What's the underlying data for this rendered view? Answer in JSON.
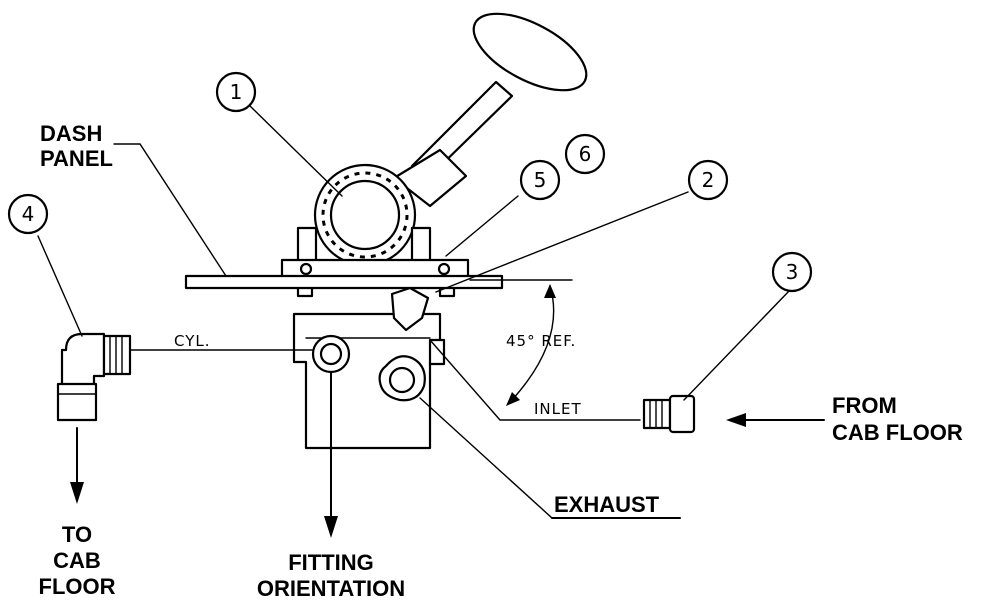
{
  "callouts": {
    "c1": "1",
    "c2": "2",
    "c3": "3",
    "c4": "4",
    "c5": "5",
    "c6": "6"
  },
  "labels": {
    "dash_panel_line1": "DASH",
    "dash_panel_line2": "PANEL",
    "cyl": "CYL.",
    "angle_ref": "45° REF.",
    "inlet": "INLET",
    "from_cab_floor_line1": "FROM",
    "from_cab_floor_line2": "CAB FLOOR",
    "exhaust": "EXHAUST",
    "to_cab_floor_line1": "TO",
    "to_cab_floor_line2": "CAB",
    "to_cab_floor_line3": "FLOOR",
    "fitting_orientation_line1": "FITTING",
    "fitting_orientation_line2": "ORIENTATION"
  }
}
